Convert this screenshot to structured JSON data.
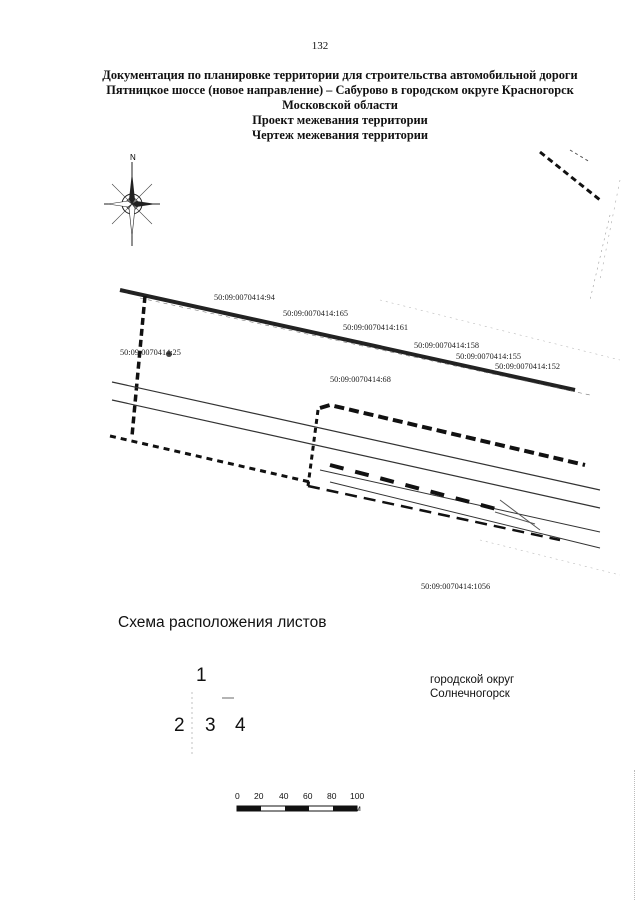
{
  "page": {
    "number": "132"
  },
  "header": {
    "lines": [
      "Документация по планировке территории для строительства автомобильной дороги",
      "Пятницкое шоссе (новое направление) – Сабурово в городском округе Красногорск",
      "Московской области",
      "Проект межевания территории",
      "Чертеж межевания территории"
    ]
  },
  "compass": {
    "north_label": "N",
    "icon": "compass-rose-icon"
  },
  "map": {
    "parcels": [
      "50:09:0070414:94",
      "50:09:0070414:165",
      "50:09:0070414:161",
      "50:09:0070414:158",
      "50:09:0070414:155",
      "50:09:0070414:152",
      "50:09:0070414:25",
      "50:09:0070414:68",
      "50:09:0070414:1056"
    ],
    "colors": {
      "boundary": "#111111",
      "road": "#333333",
      "dash": "#555555"
    }
  },
  "scheme": {
    "title": "Схема расположения листов",
    "sheets": [
      "1",
      "2",
      "3",
      "4"
    ],
    "district_line1": "городской округ",
    "district_line2": "Солнечногорск"
  },
  "scale_bar": {
    "ticks": [
      "0",
      "20",
      "40",
      "60",
      "80",
      "100"
    ],
    "unit": "м"
  }
}
